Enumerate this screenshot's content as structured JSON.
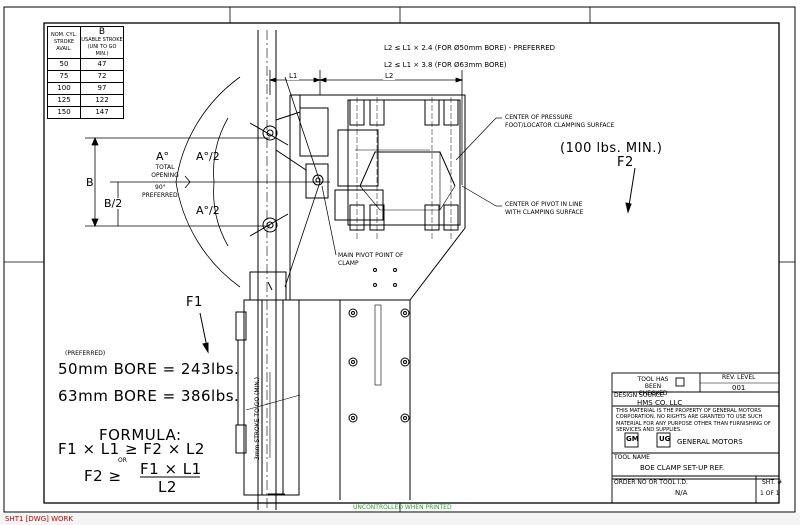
{
  "table": {
    "col1_header": "NOM. CYL. STROKE AVAIL.",
    "col2_letter": "B",
    "col2_header": "USABLE STROKE (UNI TO GO MIN.)",
    "rows": [
      [
        "50",
        "47"
      ],
      [
        "75",
        "72"
      ],
      [
        "100",
        "97"
      ],
      [
        "125",
        "122"
      ],
      [
        "150",
        "147"
      ]
    ]
  },
  "notes": {
    "l2_line1": "L2 ≤ L1 × 2.4 (FOR Ø50mm BORE) - PREFERRED",
    "l2_line2": "L2 ≤ L1 × 3.8 (FOR Ø63mm BORE)",
    "l1": "L1",
    "l2": "L2",
    "center_pressure": "CENTER OF PRESSURE FOOT/LOCATOR CLAMPING SURFACE",
    "center_pivot": "CENTER OF PIVOT IN LINE WITH CLAMPING SURFACE",
    "main_pivot": "MAIN PIVOT POINT OF CLAMP",
    "force_min": "(100 lbs. MIN.)",
    "f2": "F2",
    "f1": "F1",
    "a_deg": "A°",
    "a_half_top": "A°/2",
    "a_half_bottom": "A°/2",
    "total_opening": "TOTAL OPENING",
    "ninety": "90°",
    "preferred_angle": "PREFERRED",
    "b": "B",
    "b_half": "B/2",
    "stroke": "3mm STROKE TO GO (MIN.)",
    "preferred": "(PREFERRED)",
    "bore50": "50mm BORE = 243lbs.",
    "bore63": "63mm BORE = 386lbs.",
    "formula": "FORMULA:",
    "formula1": "F1 × L1 ≥ F2 × L2",
    "or": "OR",
    "f2_ge": "F2 ≥",
    "frac_num": "F1 × L1",
    "frac_den": "L2"
  },
  "title_block": {
    "tool_checked": "TOOL HAS BEEN CHECKED",
    "rev_label": "REV. LEVEL",
    "rev_value": "001",
    "design_source_label": "DESIGN SOURCE",
    "design_source": "HMS CO. LLC",
    "disclaimer": "THIS MATERIAL IS THE PROPERTY OF GENERAL MOTORS CORPORATION. NO RIGHTS ARE GRANTED TO USE SUCH MATERIAL FOR ANY PURPOSE OTHER THAN FURNISHING OF SERVICES AND SUPPLIES.",
    "gm": "GM",
    "ug": "UG",
    "company": "GENERAL MOTORS",
    "tool_name_label": "TOOL NAME",
    "tool_name": "BOE CLAMP SET-UP REF.",
    "order_label": "ORDER NO OR TOOL I.D.",
    "order_value": "N/A",
    "sheet_label": "SHT. #",
    "sheet_value": "1 OF 1"
  },
  "footer": {
    "uncontrolled": "UNCONTROLLED WHEN PRINTED",
    "status": "SHT1 [DWG] WORK"
  },
  "colors": {
    "uncontrolled": "#2fa02f"
  }
}
